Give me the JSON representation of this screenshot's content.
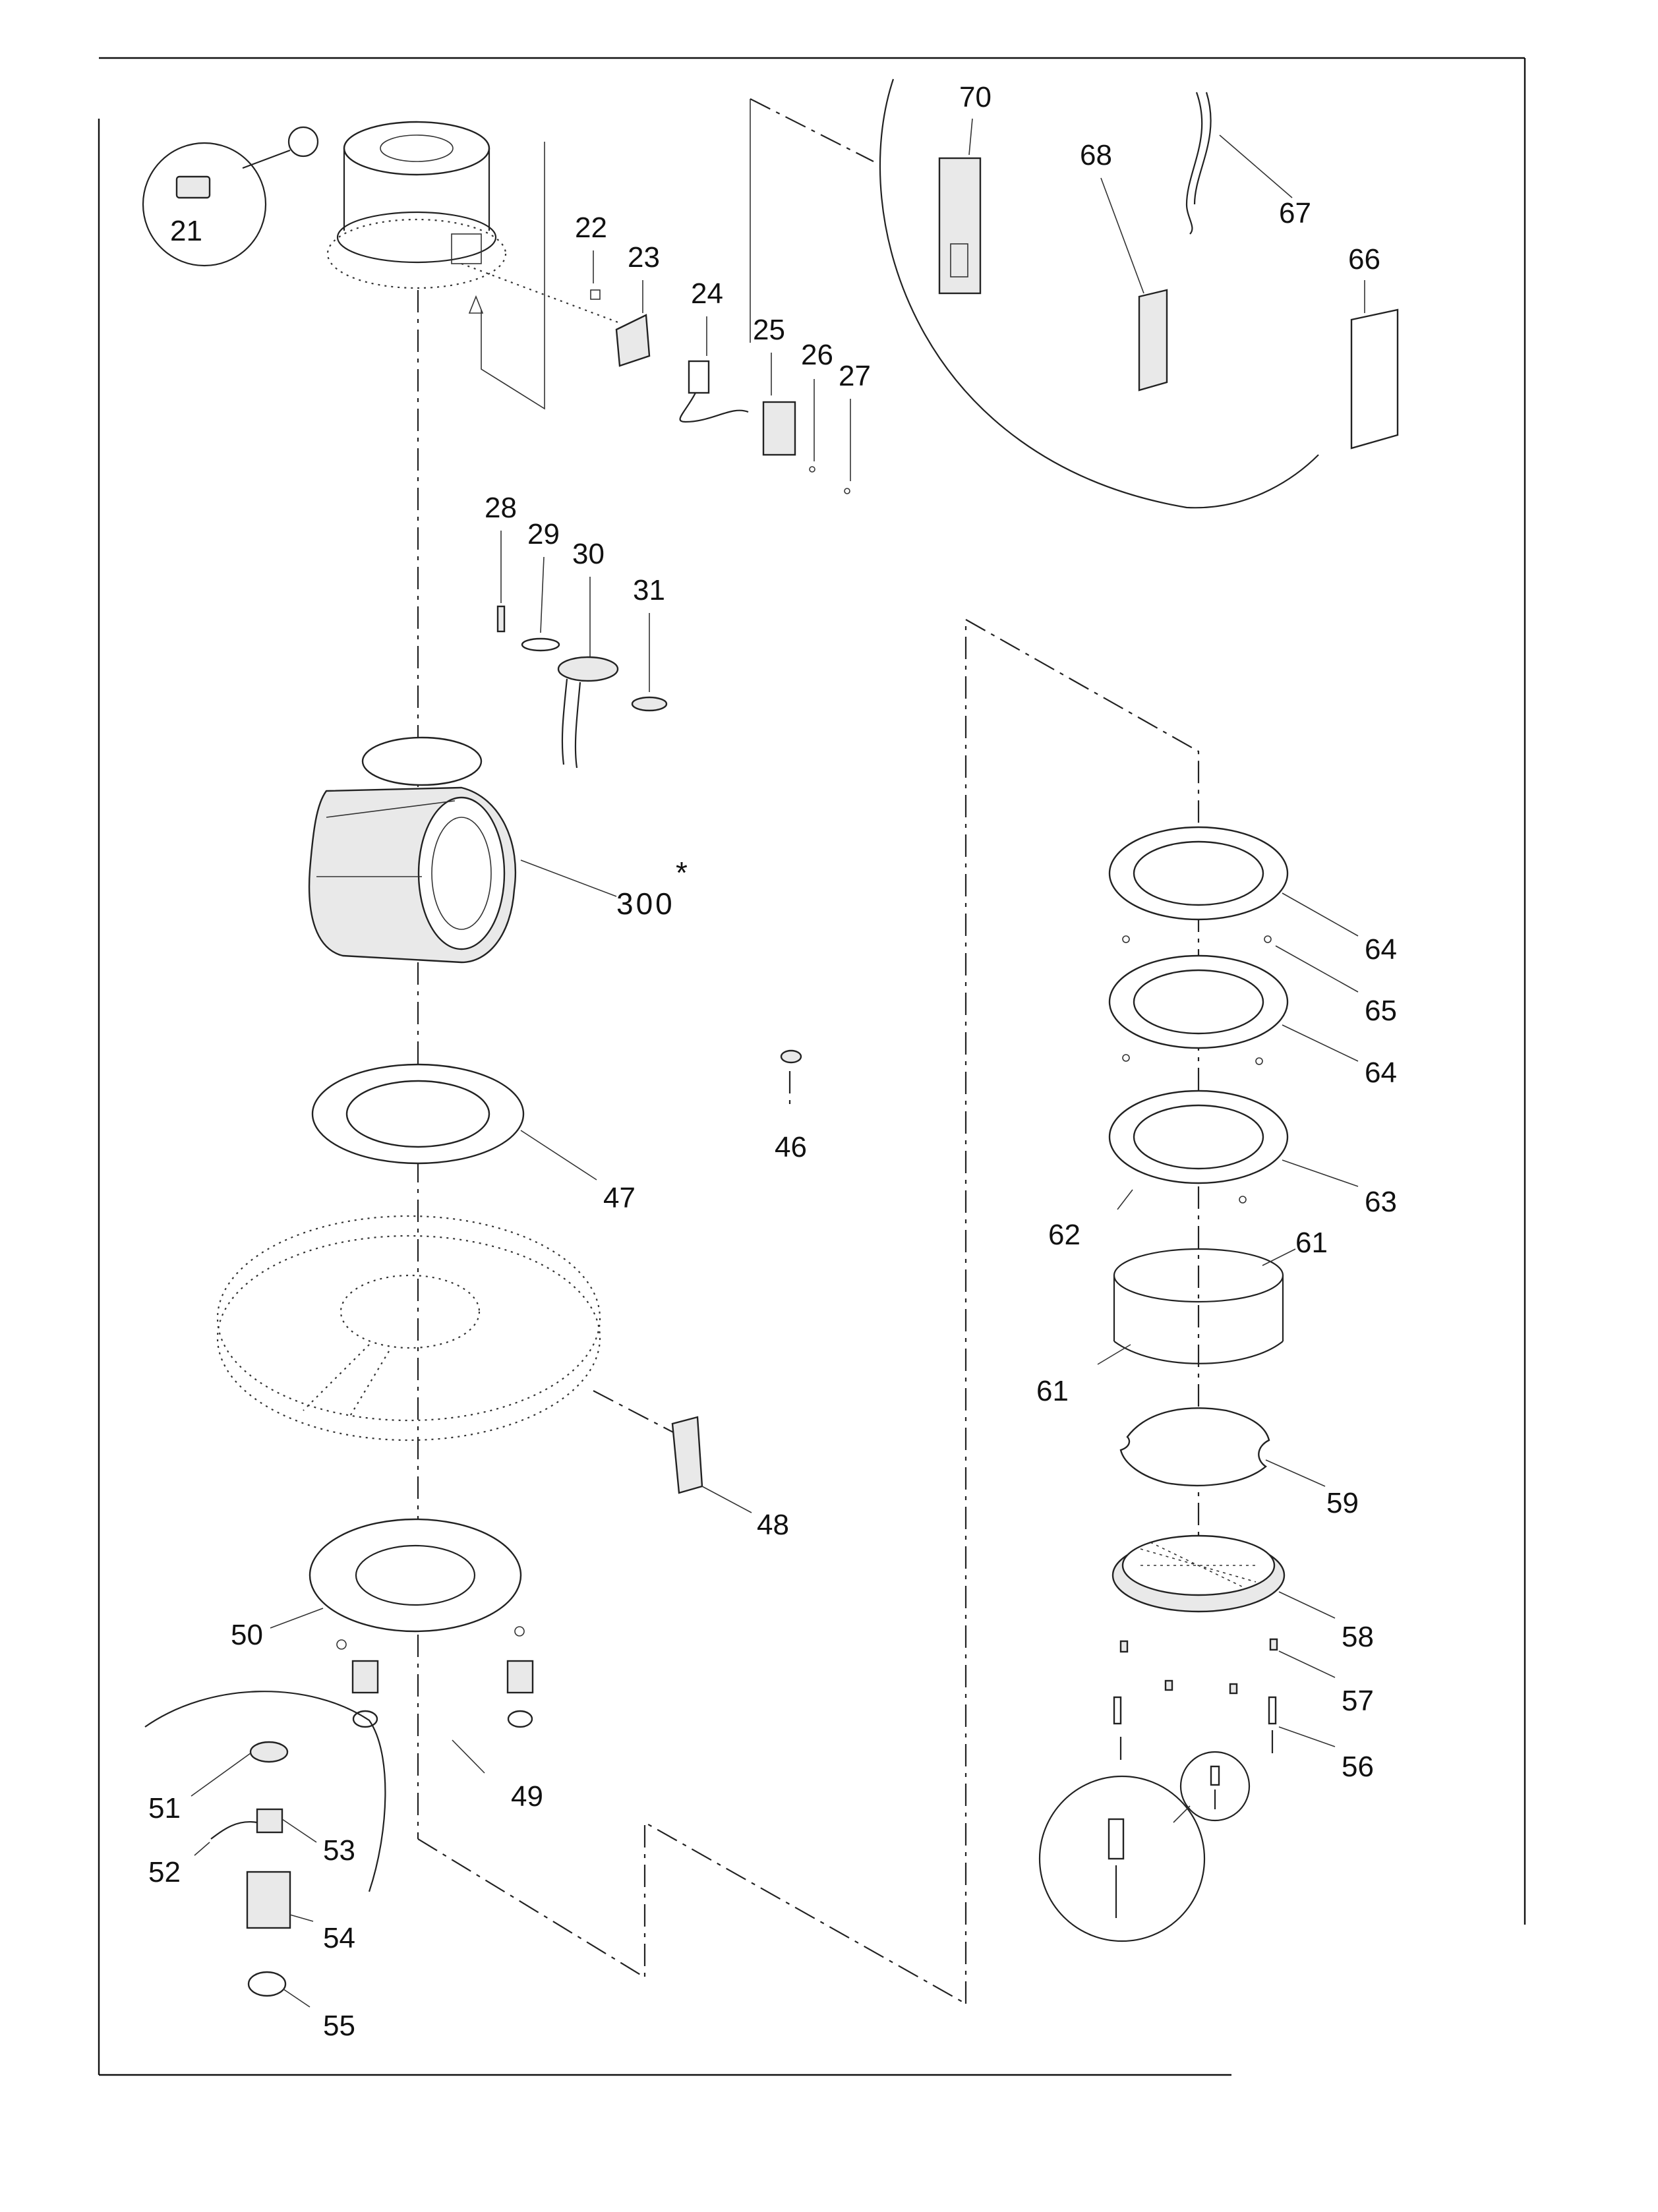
{
  "labels": {
    "p21": "21",
    "p22": "22",
    "p23": "23",
    "p24": "24",
    "p25": "25",
    "p26": "26",
    "p27": "27",
    "p28": "28",
    "p29": "29",
    "p30": "30",
    "p31": "31",
    "p300": "300",
    "star": "*",
    "p46": "46",
    "p47": "47",
    "p48": "48",
    "p49": "49",
    "p50": "50",
    "p51": "51",
    "p52": "52",
    "p53": "53",
    "p54": "54",
    "p55": "55",
    "p56": "56",
    "p57": "57",
    "p58": "58",
    "p59": "59",
    "p61a": "61",
    "p61b": "61",
    "p62": "62",
    "p63": "63",
    "p64a": "64",
    "p64b": "64",
    "p65": "65",
    "p66": "66",
    "p67": "67",
    "p68": "68",
    "p70": "70"
  }
}
